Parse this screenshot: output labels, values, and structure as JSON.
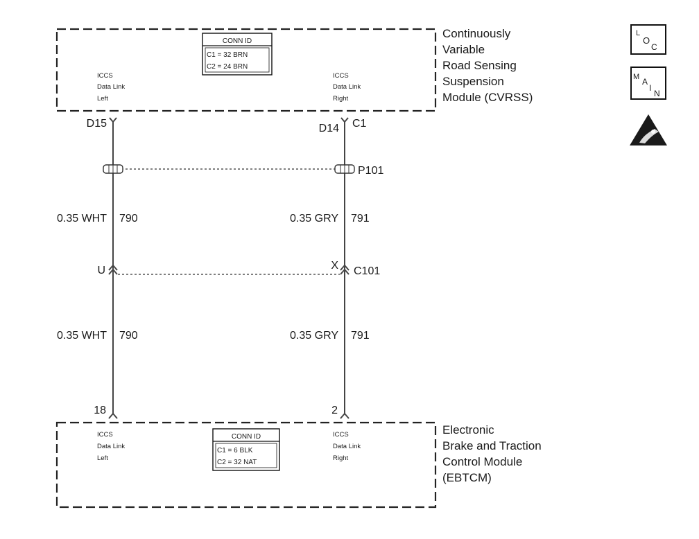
{
  "modules": {
    "top": {
      "name_lines": [
        "Continuously",
        "Variable",
        "Road Sensing",
        "Suspension",
        "Module (CVRSS)"
      ],
      "left_label": [
        "ICCS",
        "Data Link",
        "Left"
      ],
      "right_label": [
        "ICCS",
        "Data Link",
        "Right"
      ],
      "conn_id": {
        "title": "CONN ID",
        "lines": [
          "C1 = 32 BRN",
          "C2 = 24 BRN"
        ]
      },
      "pin_left": "D15",
      "pin_right": "D14",
      "connector_right": "C1"
    },
    "bottom": {
      "name_lines": [
        "Electronic",
        "Brake and Traction",
        "Control Module",
        "(EBTCM)"
      ],
      "left_label": [
        "ICCS",
        "Data Link",
        "Left"
      ],
      "right_label": [
        "ICCS",
        "Data Link",
        "Right"
      ],
      "conn_id": {
        "title": "CONN ID",
        "lines": [
          "C1 = 6 BLK",
          "C2 = 32 NAT"
        ]
      },
      "pin_left": "18",
      "pin_right": "2"
    }
  },
  "splice": {
    "name": "P101"
  },
  "inline_connector": {
    "name": "C101",
    "pin_left": "U",
    "pin_right": "X"
  },
  "wires": {
    "left": {
      "gauge_color": "0.35 WHT",
      "circuit": "790"
    },
    "right": {
      "gauge_color": "0.35 GRY",
      "circuit": "791"
    }
  },
  "symbols": {
    "loc": {
      "a": "L",
      "b": "O",
      "c": "C"
    },
    "main": {
      "a": "M",
      "b": "A",
      "c": "I",
      "d": "N"
    },
    "esd": "esd-warning-icon"
  }
}
